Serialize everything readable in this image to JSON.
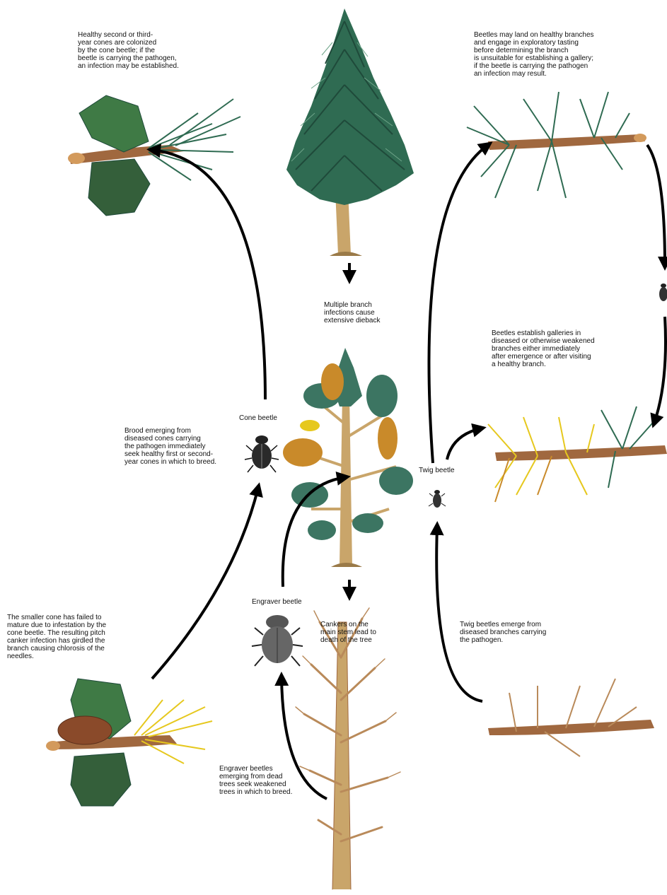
{
  "colors": {
    "needle_green": "#2f6b52",
    "needle_dark": "#1f4a3a",
    "cone_green": "#3f7a45",
    "trunk_tan": "#c9a56a",
    "bark_brown": "#a0683f",
    "dead_branch": "#b98a5a",
    "yellow_needle": "#e6c81e",
    "orange_needle": "#c98a2a",
    "arrow": "#000000",
    "background": "#ffffff"
  },
  "labels": {
    "cone_beetle": "Cone beetle",
    "twig_beetle": "Twig beetle",
    "engraver_beetle": "Engraver beetle"
  },
  "captions": {
    "healthy_cones": "Healthy second or third-\nyear cones are colonized\nby the cone beetle; if the\nbeetle is carrying  the pathogen,\nan infection may be established.",
    "exploratory": "Beetles may land on healthy branches\nand engage in exploratory tasting\nbefore determining the branch\nis unsuitable for establishing a gallery;\nif the beetle is carrying  the pathogen\nan infection may result.",
    "dieback": "Multiple branch\ninfections cause\nextensive dieback",
    "galleries": "Beetles establish galleries in\ndiseased or otherwise weakened\nbranches either immediately\nafter emergence or after visiting\na healthy branch.",
    "brood": "Brood emerging from\ndiseased cones carrying\nthe pathogen immediately\nseek healthy first or second-\nyear cones in which to breed.",
    "smaller_cone": "The smaller cone has failed to\nmature due to infestation by the\ncone beetle.  The resulting pitch\ncanker infection has girdled the\nbranch causing chlorosis of the\nneedles.",
    "cankers": "Cankers on the\nmain stem lead to\ndeath of the tree",
    "twig_emerge": "Twig beetles emerge from\ndiseased branches carrying\nthe pathogen.",
    "engraver_emerge": "Engraver beetles\nemerging from dead\ntrees seek weakened\ntrees in which to breed."
  },
  "icons": {
    "healthy_tree": "healthy-pine-tree",
    "diseased_tree": "diseased-pine-tree",
    "dead_tree": "dead-pine-tree",
    "cone_branch_healthy": "pine-branch-with-cones",
    "cone_branch_diseased": "chlorotic-branch-with-cones",
    "healthy_branch": "healthy-pine-branch",
    "weakened_branch": "yellowing-pine-branch",
    "dead_branch": "dead-pine-branch",
    "cone_beetle": "cone-beetle",
    "twig_beetle": "twig-beetle",
    "engraver_beetle": "engraver-beetle"
  }
}
